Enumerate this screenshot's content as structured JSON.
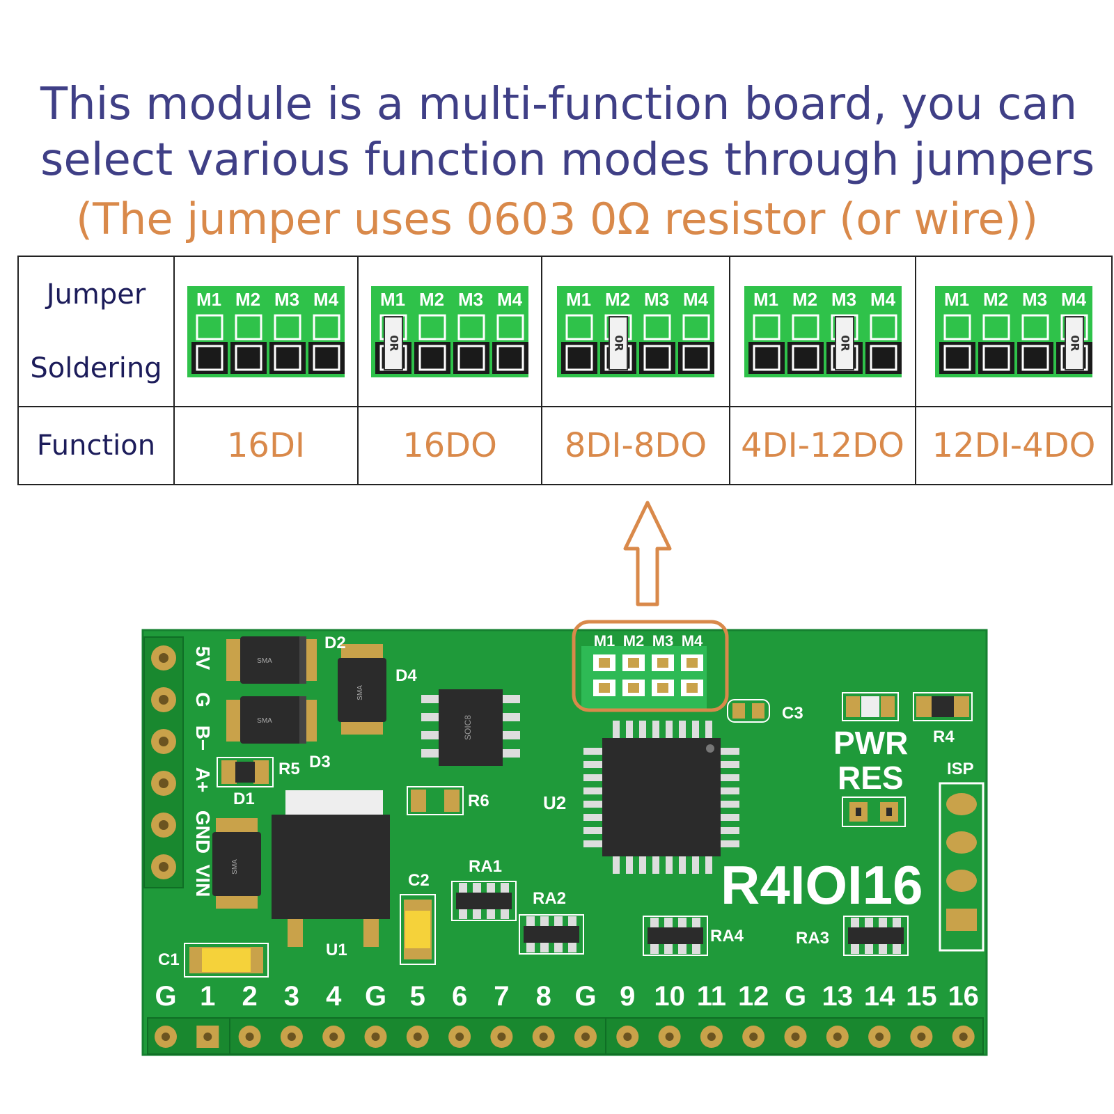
{
  "heading": {
    "line1": "This module is a multi-function board, you can",
    "line2": "select various function modes through jumpers",
    "note": "(The jumper uses 0603 0Ω resistor (or wire))"
  },
  "table": {
    "row_labels": {
      "jumper": "Jumper",
      "soldering": "Soldering",
      "function": "Function"
    },
    "pad_labels": [
      "M1",
      "M2",
      "M3",
      "M4"
    ],
    "resistor_label": "0R",
    "modes": [
      {
        "function": "16DI",
        "jumper": "none"
      },
      {
        "function": "16DO",
        "jumper": "M1"
      },
      {
        "function": "8DI-8DO",
        "jumper": "M2"
      },
      {
        "function": "4DI-12DO",
        "jumper": "M3"
      },
      {
        "function": "12DI-4DO",
        "jumper": "M4"
      }
    ]
  },
  "board": {
    "model": "R4IOI16",
    "jumper_labels": [
      "M1",
      "M2",
      "M3",
      "M4"
    ],
    "left_header_labels": [
      "5V",
      "G",
      "B−",
      "A+",
      "GND",
      "VIN"
    ],
    "bottom_pin_labels": [
      "G",
      "1",
      "2",
      "3",
      "4",
      "G",
      "5",
      "6",
      "7",
      "8",
      "G",
      "9",
      "10",
      "11",
      "12",
      "G",
      "13",
      "14",
      "15",
      "16"
    ],
    "component_labels": {
      "d1": "D1",
      "d2": "D2",
      "d3": "D3",
      "d4": "D4",
      "r4": "R4",
      "r5": "R5",
      "r6": "R6",
      "u1": "U1",
      "u2": "U2",
      "c1": "C1",
      "c2": "C2",
      "c3": "C3",
      "ra1": "RA1",
      "ra2": "RA2",
      "ra3": "RA3",
      "ra4": "RA4",
      "pwr": "PWR",
      "res": "RES",
      "isp": "ISP",
      "sma": "SMA",
      "soic8": "SOIC8"
    },
    "colors": {
      "pcb": "#1f9a3a",
      "pad": "#c9a24a",
      "accent": "#d9894a",
      "text": "#3f3f86"
    }
  }
}
